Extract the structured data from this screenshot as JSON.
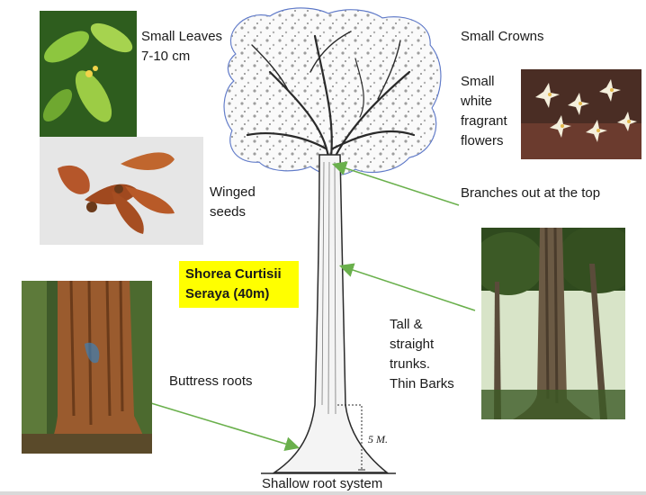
{
  "labels": {
    "small_leaves": "Small Leaves\n7-10 cm",
    "small_crowns": "Small Crowns",
    "flowers": "Small\nwhite\nfragrant\nflowers",
    "winged_seeds": "Winged\nseeds",
    "branches": "Branches out at the top",
    "species": "Shorea Curtisii\nSeraya (40m)",
    "trunks": "Tall &\nstraight\ntrunks.\nThin Barks",
    "buttress": "Buttress roots",
    "root": "Shallow root system",
    "scale": "5 M."
  },
  "colors": {
    "arrow": "#6ab04c",
    "crown_outline": "#3f5fbf",
    "highlight": "#ffff00"
  },
  "icons": [
    "leaves-photo",
    "seeds-photo",
    "flowers-photo",
    "bark-photo",
    "forest-photo",
    "tree-illustration"
  ]
}
